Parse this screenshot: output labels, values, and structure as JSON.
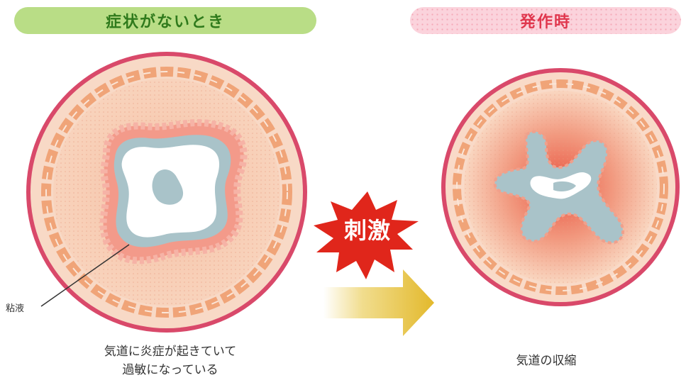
{
  "headers": {
    "left": "症状がないとき",
    "right": "発作時"
  },
  "labels": {
    "mucus": "粘液",
    "stimulus": "刺激"
  },
  "captions": {
    "left_line1": "気道に炎症が起きていて",
    "left_line2": "過敏になっている",
    "right": "気道の収縮"
  },
  "colors": {
    "outer_ring": "#d9496a",
    "wall": "#f6c7aa",
    "inflamed": "#ee6a5a",
    "lumen": "#ffffff",
    "mucus": "#a9c3c9",
    "burst": "#e0261b",
    "arrow": "#e7c23a",
    "left_header": "#b9dd86",
    "right_header": "#fbd3dc"
  },
  "icons": {
    "stimulus": "burst-icon",
    "progression": "right-arrow-icon"
  }
}
